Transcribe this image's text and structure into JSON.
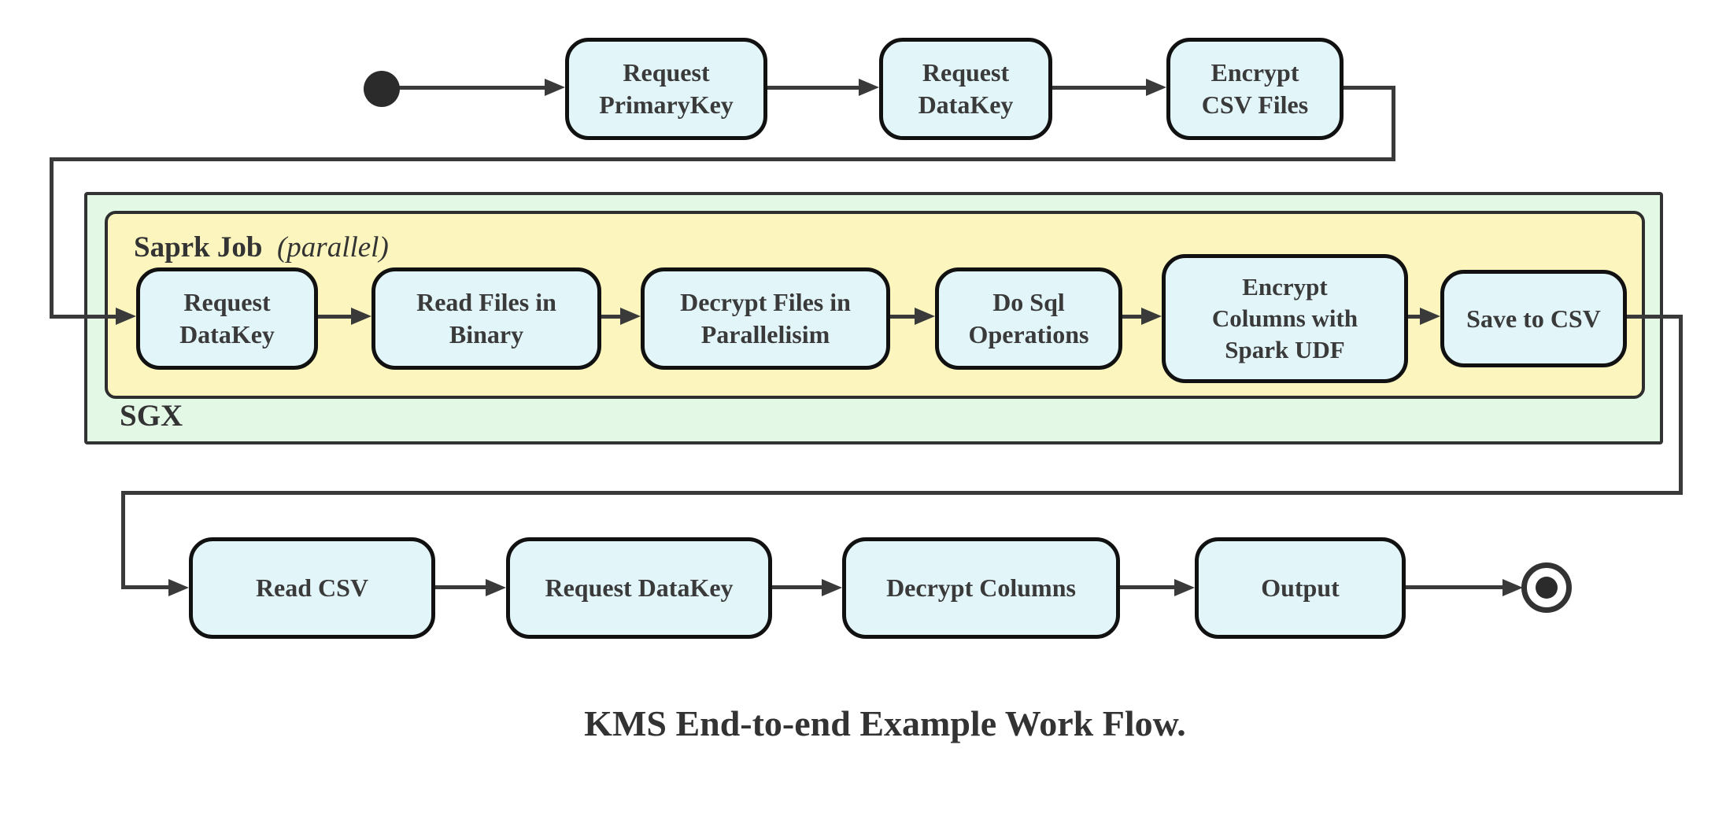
{
  "diagram": {
    "type": "activity-flowchart",
    "caption": "KMS End-to-end Example Work Flow.",
    "containers": {
      "sgx": {
        "label": "SGX"
      },
      "spark": {
        "label_bold": "Saprk Job",
        "label_qualifier": "(parallel)"
      }
    },
    "labels": {
      "request_primarykey": "Request\nPrimaryKey",
      "request_datakey_top": "Request\nDataKey",
      "encrypt_csv_files": "Encrypt\nCSV Files",
      "request_datakey_sgx": "Request\nDataKey",
      "read_files_in_binary": "Read Files in\nBinary",
      "decrypt_files_in_parallelisim": "Decrypt Files in\nParallelisim",
      "do_sql_operations": "Do Sql\nOperations",
      "encrypt_columns_with_spark_udf": "Encrypt\nColumns with\nSpark UDF",
      "save_to_csv": "Save to CSV",
      "read_csv": "Read CSV",
      "request_datakey_bottom": "Request DataKey",
      "decrypt_columns": "Decrypt Columns",
      "output": "Output"
    },
    "flow_order": [
      "start",
      "Request PrimaryKey",
      "Request DataKey",
      "Encrypt CSV Files",
      "SGX/Saprk Job: Request DataKey",
      "Read Files in Binary",
      "Decrypt Files in Parallelisim",
      "Do Sql Operations",
      "Encrypt Columns with Spark UDF",
      "Save to CSV",
      "Read CSV",
      "Request DataKey",
      "Decrypt Columns",
      "Output",
      "end"
    ],
    "colors": {
      "node_fill": "#e2f6fa",
      "node_border": "#111111",
      "spark_container_fill": "#fcf6be",
      "sgx_container_fill": "#e3f8e5",
      "edge": "#3a3a3a",
      "text": "#333333",
      "background": "#ffffff"
    }
  }
}
